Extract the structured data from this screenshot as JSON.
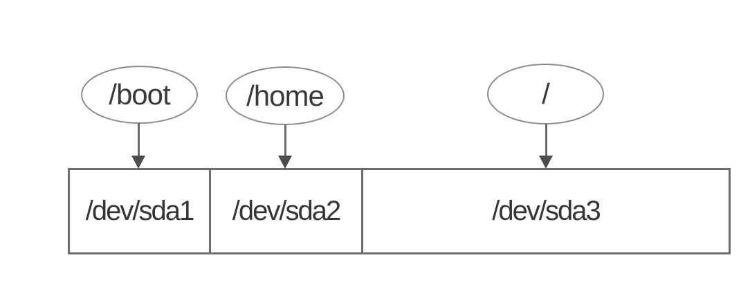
{
  "diagram": {
    "type": "disk-partition-mount-diagram",
    "mount_points": [
      {
        "label": "/boot",
        "maps_to": "/dev/sda1"
      },
      {
        "label": "/home",
        "maps_to": "/dev/sda2"
      },
      {
        "label": "/",
        "maps_to": "/dev/sda3"
      }
    ],
    "partitions": [
      {
        "label": "/dev/sda1"
      },
      {
        "label": "/dev/sda2"
      },
      {
        "label": "/dev/sda3"
      }
    ],
    "colors": {
      "background": "#ffffff",
      "ellipse_border": "#8a8a8a",
      "bar_border": "#6e6e6e",
      "arrow_stem": "#6a6a6a",
      "arrow_head": "#4c4c4c",
      "text": "#383838"
    }
  }
}
